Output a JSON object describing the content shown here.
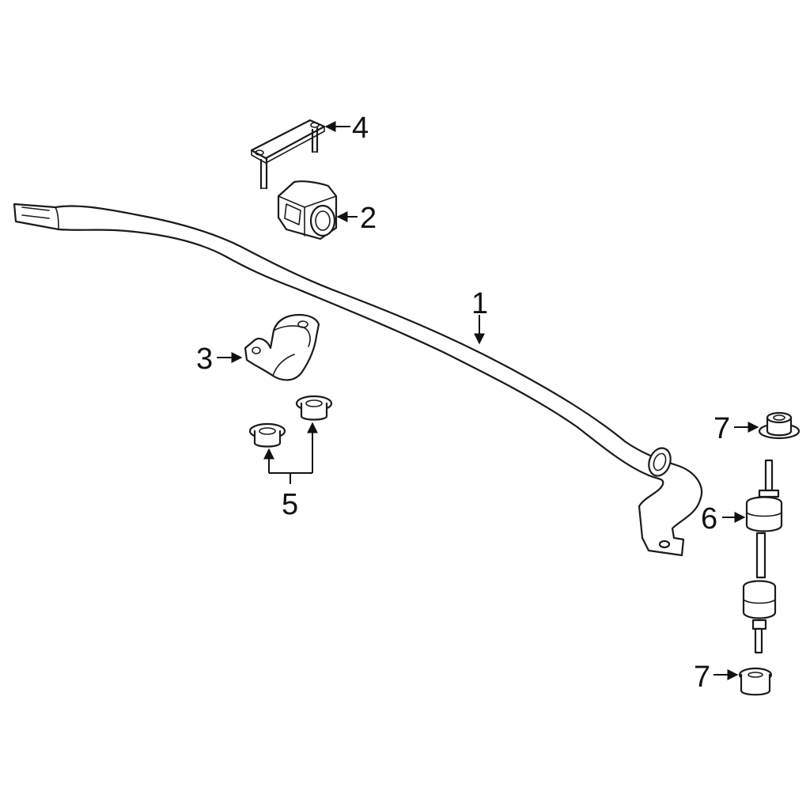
{
  "callouts": {
    "c1": "1",
    "c2": "2",
    "c3": "3",
    "c4": "4",
    "c5": "5",
    "c6": "6",
    "c7a": "7",
    "c7b": "7"
  },
  "colors": {
    "line": "#1a1a1a",
    "background": "#ffffff"
  }
}
